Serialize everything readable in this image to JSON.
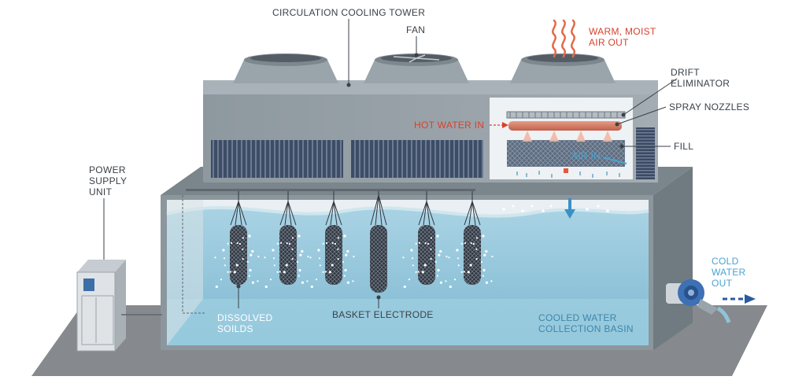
{
  "labels": {
    "tower": "CIRCULATION COOLING TOWER",
    "fan": "FAN",
    "warm_air_line1": "WARM, MOIST",
    "warm_air_line2": "AIR OUT",
    "drift_line1": "DRIFT",
    "drift_line2": "ELIMINATOR",
    "spray": "SPRAY NOZZLES",
    "hot_water": "HOT WATER IN",
    "fill": "FILL",
    "air_in": "AIR IN",
    "power_line1": "POWER",
    "power_line2": "SUPPLY",
    "power_line3": "UNIT",
    "cold_line1": "COLD",
    "cold_line2": "WATER",
    "cold_line3": "OUT",
    "dissolved_line1": "DISSOLVED",
    "dissolved_line2": "SOILDS",
    "basket": "BASKET ELECTRODE",
    "basin_line1": "COOLED WATER",
    "basin_line2": "COLLECTION BASIN"
  },
  "colors": {
    "label_dark": "#3a4148",
    "hot_red": "#d9412b",
    "air_blue": "#4aa3cf",
    "water": "#8fc3d9",
    "tower_grey": "#8d979e"
  },
  "icons": [
    "fan-icon",
    "warm-air-icon",
    "pump-icon",
    "power-supply-unit-icon"
  ]
}
